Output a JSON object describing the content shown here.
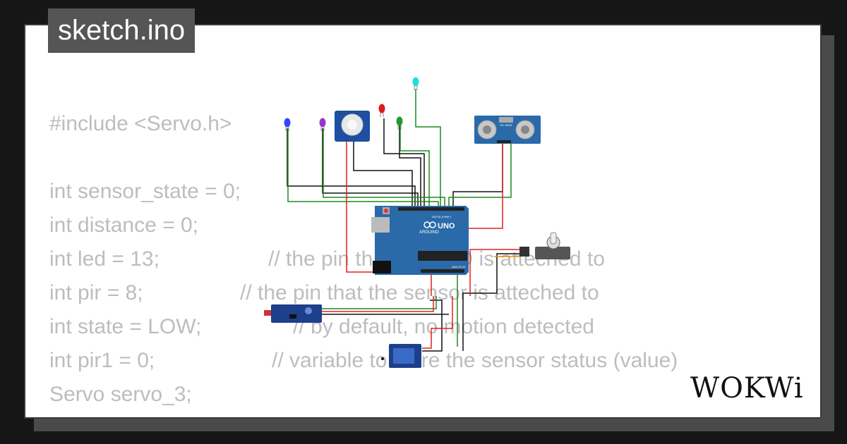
{
  "file_tab": {
    "title": "sketch.ino"
  },
  "code_lines": [
    {
      "code": "#include <Servo.h>",
      "comment": ""
    },
    {
      "code": "",
      "comment": ""
    },
    {
      "code": "int sensor_state = 0;",
      "comment": ""
    },
    {
      "code": "int distance = 0;",
      "comment": ""
    },
    {
      "code": "int led = 13;",
      "comment": "// the pin that the LED is atteched to"
    },
    {
      "code": "int pir = 8;",
      "comment": "// the pin that the sensor is atteched to"
    },
    {
      "code": "int state = LOW;",
      "comment": "// by default, no motion detected"
    },
    {
      "code": "int pir1 = 0;",
      "comment": "// variable to store the sensor status (value)"
    },
    {
      "code": "Servo servo_3;",
      "comment": ""
    }
  ],
  "brand": {
    "logo_text": "WOKWi"
  },
  "board": {
    "logo": "UNO",
    "brand": "ARDUINO",
    "digital_label": "DIGITAL (PWM~)",
    "analog_label": "ANALOG IN"
  },
  "ultrasonic": {
    "label": "HC-SR04"
  },
  "colors": {
    "background": "#161616",
    "card": "#ffffff",
    "code_text": "#bdbdbd",
    "tab_bg": "#555555",
    "board_blue": "#2a6aa8",
    "wire_green": "#1f8a1f",
    "wire_red": "#e02020",
    "wire_black": "#111111"
  },
  "icons": [
    "led-blue-icon",
    "led-purple-icon",
    "pir-sensor-icon",
    "led-red-icon",
    "led-green-icon",
    "led-cyan-icon",
    "ultrasonic-sensor-icon",
    "arduino-uno-icon",
    "servo-icon",
    "light-sensor-module-icon",
    "relay-module-icon"
  ]
}
